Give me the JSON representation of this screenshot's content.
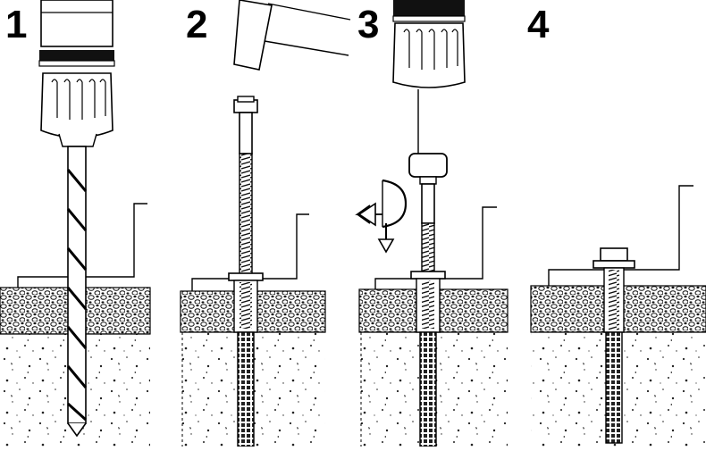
{
  "steps": [
    {
      "number": "1",
      "action": "drill"
    },
    {
      "number": "2",
      "action": "hammer"
    },
    {
      "number": "3",
      "action": "tighten"
    },
    {
      "number": "4",
      "action": "installed"
    }
  ],
  "colors": {
    "line": "#000000",
    "background": "#ffffff",
    "hatch": "#222222"
  }
}
